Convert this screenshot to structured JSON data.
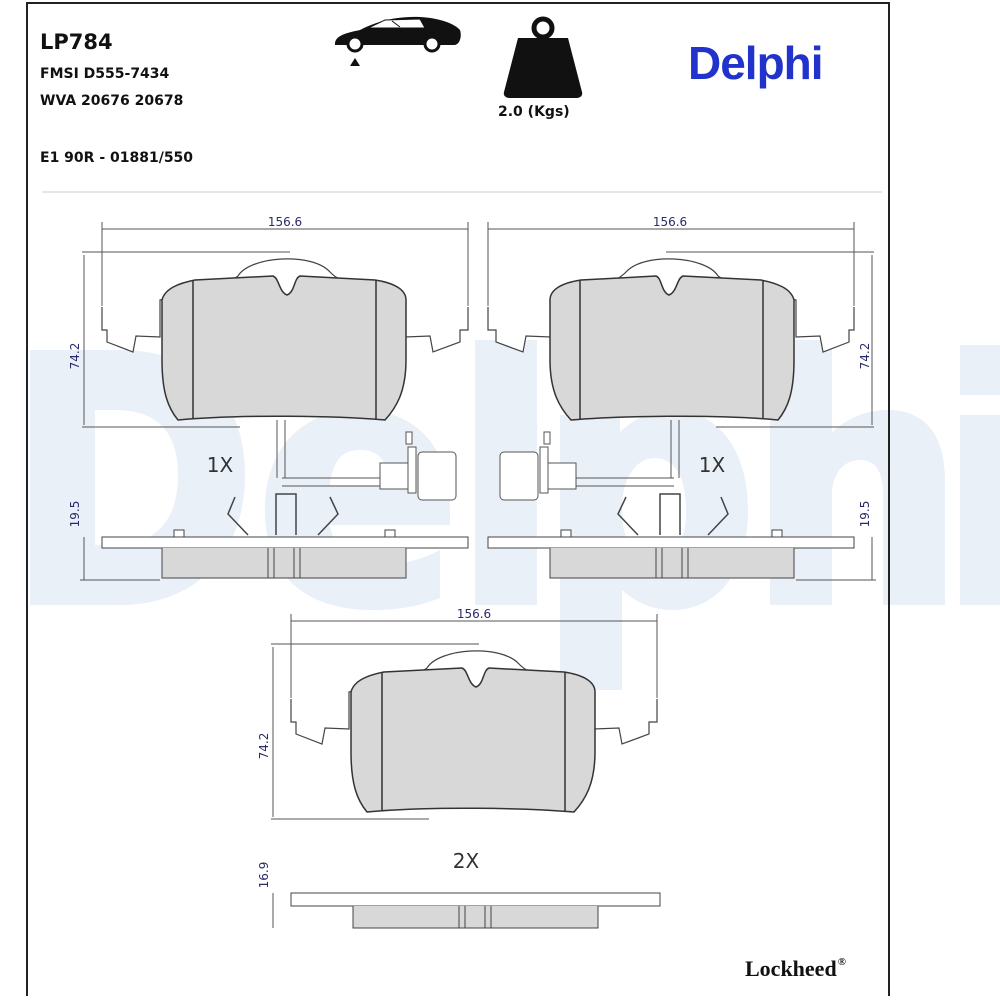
{
  "header": {
    "part_code": "LP784",
    "fmsi": "FMSI D555-7434",
    "wva": "WVA 20676 20678",
    "approval": "E1 90R - 01881/550",
    "weight": "2.0 (Kgs)",
    "axle_icon": "car-front-axle-icon",
    "weight_icon": "weight-icon"
  },
  "brand": {
    "name": "Delphi",
    "color": "#2233cc",
    "watermark": "Delphi"
  },
  "footer": {
    "brand": "Lockheed",
    "mark": "®"
  },
  "drawing": {
    "top_left": {
      "width": "156.6",
      "height": "74.2",
      "thickness": "19.5",
      "quantity": "1X"
    },
    "top_right": {
      "width": "156.6",
      "height": "74.2",
      "thickness": "19.5",
      "quantity": "1X"
    },
    "bottom": {
      "width": "156.6",
      "height": "74.2",
      "thickness": "16.9",
      "quantity": "2X"
    }
  }
}
